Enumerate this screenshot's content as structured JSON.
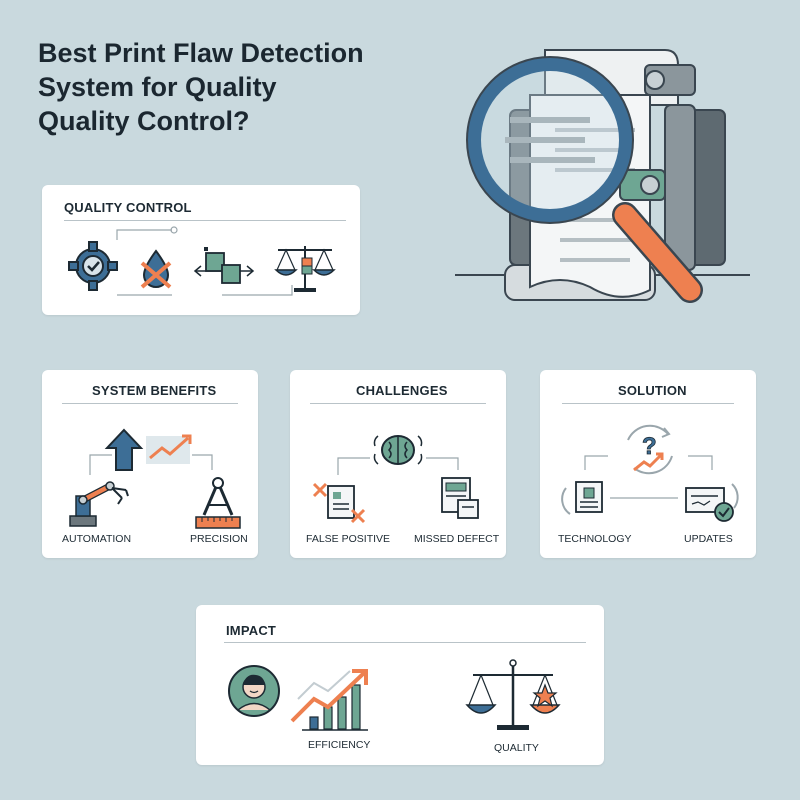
{
  "title": {
    "line1": "Best Print Flaw Detection",
    "line2": "System for Quality",
    "line3": "Quality Control?"
  },
  "quality_control": {
    "heading": "QUALITY CONTROL",
    "icons": [
      "gear-check-icon",
      "drop-cross-icon",
      "transfer-arrows-icon",
      "balance-scale-icon"
    ]
  },
  "system_benefits": {
    "heading": "SYSTEM BENEFITS",
    "items": [
      {
        "label": "AUTOMATION",
        "icon": "robot-arm-icon"
      },
      {
        "label": "PRECISION",
        "icon": "compass-ruler-icon"
      }
    ]
  },
  "challenges": {
    "heading": "CHALLENGES",
    "items": [
      {
        "label": "FALSE POSITIVE",
        "icon": "document-cross-icon"
      },
      {
        "label": "MISSED DEFECT",
        "icon": "document-missing-icon"
      }
    ]
  },
  "solution": {
    "heading": "SOLUTION",
    "items": [
      {
        "label": "TECHNOLOGY",
        "icon": "tech-document-icon"
      },
      {
        "label": "UPDATES",
        "icon": "update-check-icon"
      }
    ]
  },
  "impact": {
    "heading": "IMPACT",
    "items": [
      {
        "label": "EFFICIENCY",
        "icon": "growth-chart-icon"
      },
      {
        "label": "QUALITY",
        "icon": "quality-scale-icon"
      }
    ]
  },
  "colors": {
    "background": "#c9d9de",
    "blue": "#3d6e96",
    "orange": "#ee8050",
    "green": "#6ea693",
    "dark": "#1d2a33"
  }
}
